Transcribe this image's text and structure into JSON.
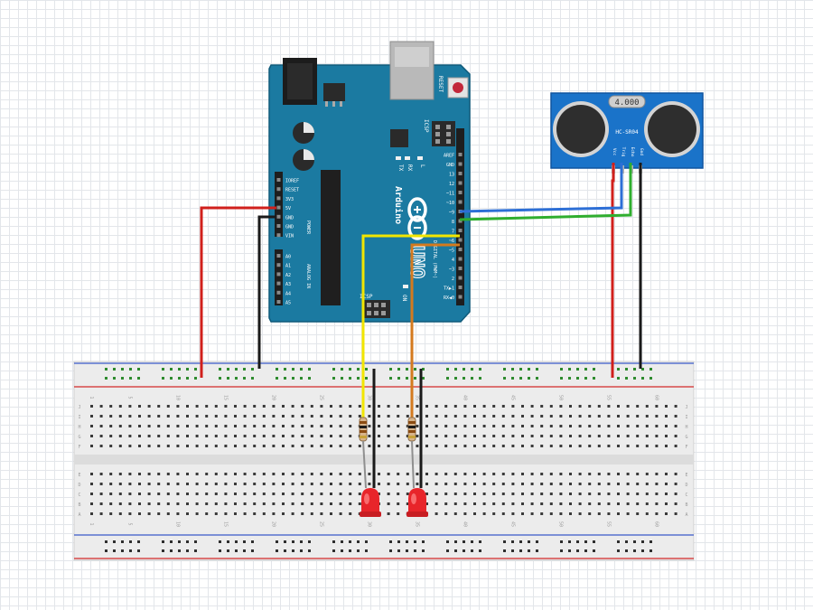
{
  "colors": {
    "arduino_board": "#1b7aa1",
    "sensor_board": "#1a73c9",
    "wire_red": "#d0201c",
    "wire_black": "#1a1a1a",
    "wire_yellow": "#f2e600",
    "wire_orange": "#d47a1e",
    "wire_blue": "#2d6fd6",
    "wire_green": "#2fae2f",
    "led_red": "#e8252a",
    "breadboard": "#ececec",
    "rail_red_line": "#d22a2a",
    "rail_blue_line": "#3a59c8"
  },
  "arduino": {
    "logo_text": "Arduino",
    "model_text": "UNO",
    "reset_label": "RESET",
    "icsp_label": "ICSP",
    "icsp2_label": "ICSP",
    "on_label": "ON",
    "l_label": "L",
    "tx_label": "TX",
    "rx_label": "RX",
    "power_label": "POWER",
    "analog_label": "ANALOG IN",
    "power_pins": [
      "IOREF",
      "RESET",
      "3V3",
      "5V",
      "GND",
      "GND",
      "VIN"
    ],
    "analog_pins": [
      "A0",
      "A1",
      "A2",
      "A3",
      "A4",
      "A5"
    ],
    "digital_pins": [
      "AREF",
      "GND",
      "13",
      "12",
      "~11",
      "~10",
      "~9",
      "8",
      "7",
      "~6",
      "~5",
      "4",
      "~3",
      "2",
      "TX▶1",
      "RX◀0"
    ],
    "digital_label": "DIGITAL (PWM~)"
  },
  "sensor": {
    "crystal_text": "4.000",
    "model_text": "HC-SR04",
    "pins": [
      "Vcc",
      "Trig",
      "Echo",
      "Gnd"
    ]
  },
  "breadboard": {
    "column_numbers": [
      "1",
      "5",
      "10",
      "15",
      "20",
      "25",
      "30",
      "35",
      "40",
      "45",
      "50",
      "55",
      "60"
    ],
    "row_letters_top": [
      "J",
      "I",
      "H",
      "G",
      "F"
    ],
    "row_letters_bottom": [
      "E",
      "D",
      "C",
      "B",
      "A"
    ]
  }
}
